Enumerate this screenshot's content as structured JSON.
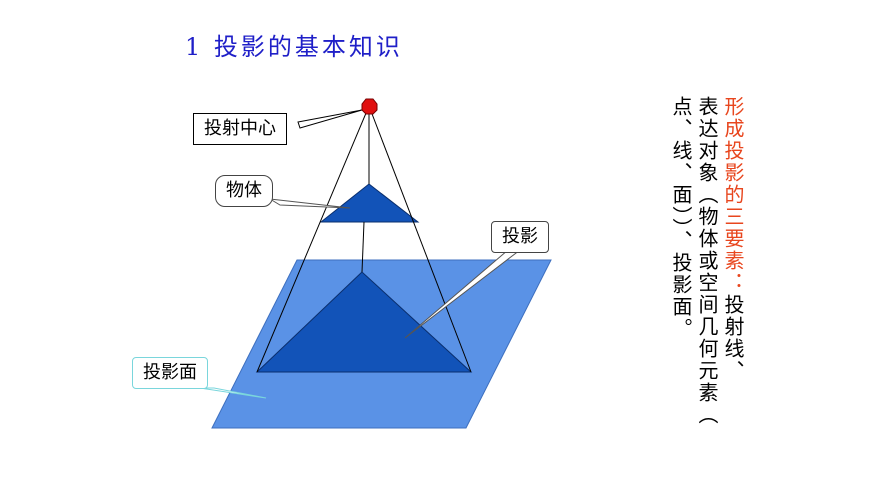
{
  "title": "1  投影的基本知识",
  "callouts": {
    "center": "投射中心",
    "object": "物体",
    "projection": "投影",
    "plane": "投影面"
  },
  "notes": {
    "line1_red": "形成投影的三要素：",
    "line1_rest": "投射线、",
    "line2": "表达对象（物体或空间几何元素（",
    "line3": "点、线、面））、投影面。"
  },
  "colors": {
    "title": "#1f1fc8",
    "plane": "#5a92e6",
    "triangle": "#1253b8",
    "center_point": "#e01010",
    "emphasis": "#e8461e"
  }
}
